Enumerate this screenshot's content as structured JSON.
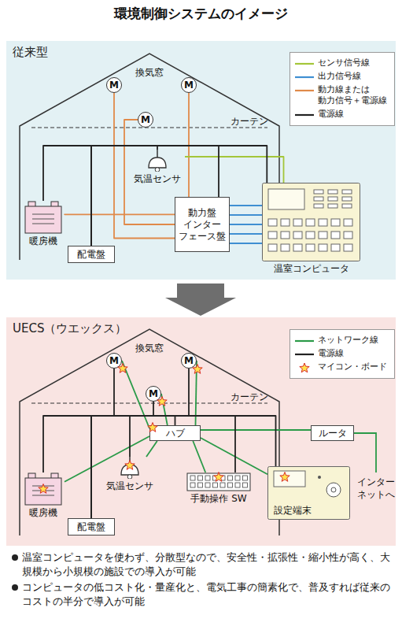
{
  "diagram": {
    "title": "環境制御システムのイメージ",
    "nodes": [
      {
        "text": [
          "従来型"
        ]
      },
      {
        "text": [
          "M"
        ],
        "in": 0
      },
      {
        "text": [
          "M"
        ],
        "in": 0
      },
      {
        "text": [
          "M"
        ],
        "in": 0
      },
      {
        "text": [
          "気温センサ"
        ],
        "in": 0
      },
      {
        "text": [
          "暖房機"
        ],
        "in": 0
      },
      {
        "text": [
          "動力盤 インター フェース盤"
        ],
        "in": 0
      },
      {
        "text": [
          "配電盤"
        ],
        "in": 0
      },
      {
        "text": [
          "温室コンピュータ"
        ],
        "in": 0
      },
      {
        "text": [
          "UECS（ウエックス）"
        ]
      },
      {
        "text": [
          "M"
        ],
        "in": 9
      },
      {
        "text": [
          "M"
        ],
        "in": 9
      },
      {
        "text": [
          "M"
        ],
        "in": 9
      },
      {
        "text": [
          "ハブ"
        ],
        "in": 9
      },
      {
        "text": [
          "ルータ"
        ],
        "in": 9
      },
      {
        "text": [
          "気温センサ"
        ],
        "in": 9
      },
      {
        "text": [
          "暖房機"
        ],
        "in": 9
      },
      {
        "text": [
          "配電盤"
        ],
        "in": 9
      },
      {
        "text": [
          "手動操作 SW"
        ],
        "in": 9
      },
      {
        "text": [
          "設定端末"
        ],
        "in": 9
      }
    ],
    "edges": [
      {
        "from": 1,
        "to": 6,
        "arrow": "none"
      },
      {
        "from": 2,
        "to": 6,
        "arrow": "none"
      },
      {
        "from": 3,
        "to": 6,
        "arrow": "none"
      },
      {
        "from": 5,
        "to": 6,
        "arrow": "none"
      },
      {
        "from": 4,
        "to": 8,
        "arrow": "none"
      },
      {
        "from": 6,
        "to": 8,
        "arrow": "none"
      },
      {
        "from": 7,
        "to": 5,
        "arrow": "none"
      },
      {
        "from": 7,
        "to": 4,
        "arrow": "none"
      },
      {
        "from": 7,
        "to": 6,
        "arrow": "none"
      },
      {
        "from": 7,
        "to": 8,
        "arrow": "none"
      },
      {
        "from": 13,
        "to": 10,
        "arrow": "none"
      },
      {
        "from": 13,
        "to": 11,
        "arrow": "none"
      },
      {
        "from": 13,
        "to": 12,
        "arrow": "none"
      },
      {
        "from": 13,
        "to": 15,
        "arrow": "none"
      },
      {
        "from": 13,
        "to": 16,
        "arrow": "none"
      },
      {
        "from": 13,
        "to": 18,
        "arrow": "none"
      },
      {
        "from": 13,
        "to": 19,
        "arrow": "none"
      },
      {
        "from": 13,
        "to": 14,
        "arrow": "none"
      },
      {
        "from": 17,
        "to": 16,
        "arrow": "none"
      },
      {
        "from": 17,
        "to": 15,
        "arrow": "none"
      },
      {
        "from": 17,
        "to": 13,
        "arrow": "none"
      },
      {
        "from": 17,
        "to": 18,
        "arrow": "none"
      },
      {
        "from": 17,
        "to": 19,
        "arrow": "none"
      },
      {
        "from": 17,
        "to": 10,
        "arrow": "none"
      },
      {
        "from": 17,
        "to": 11,
        "arrow": "none"
      },
      {
        "from": 17,
        "to": 12,
        "arrow": "none"
      }
    ],
    "labels": [
      "換気窓",
      "カーテン",
      "換気窓",
      "カーテン",
      "インターネットへ",
      "温室コンピュータを使わず、分散型なので、安全性・拡張性・縮小性が高く、大規模から小規模の施設での導入が可能",
      "コンピュータの低コスト化・量産化と、電気工事の簡素化で、普及すれば従来のコストの半分で導入が可能"
    ],
    "legend": [
      {
        "text": "センサ信号線"
      },
      {
        "text": "出力信号線"
      },
      {
        "text": "動力線または 動力信号＋電源線"
      },
      {
        "text": "電源線"
      },
      {
        "text": "ネットワーク線"
      },
      {
        "text": "電源線"
      },
      {
        "text": "マイコン・ボード"
      }
    ]
  }
}
